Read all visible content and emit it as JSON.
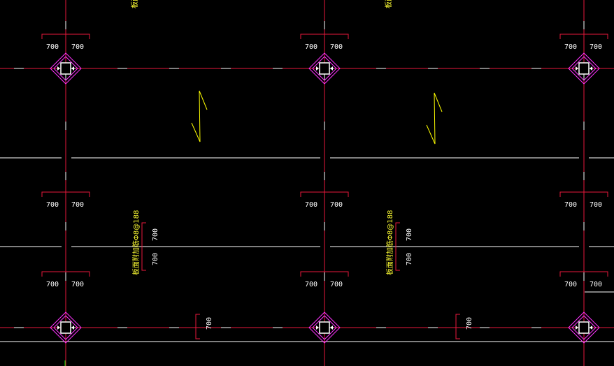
{
  "colors": {
    "background": "#000000",
    "axis_line": "#e8193c",
    "beam_line": "#ffffff",
    "column": "#ffffff",
    "diamond": "#ff33ff",
    "dim_bracket": "#e8193c",
    "rebar_text": "#ffff33",
    "break_symbol": "#ffff00",
    "edge_green": "#00ff00"
  },
  "dimension_label": "700",
  "rebar_note": "板面附加筋Φ8@188",
  "top_cut_label": "板面"
}
